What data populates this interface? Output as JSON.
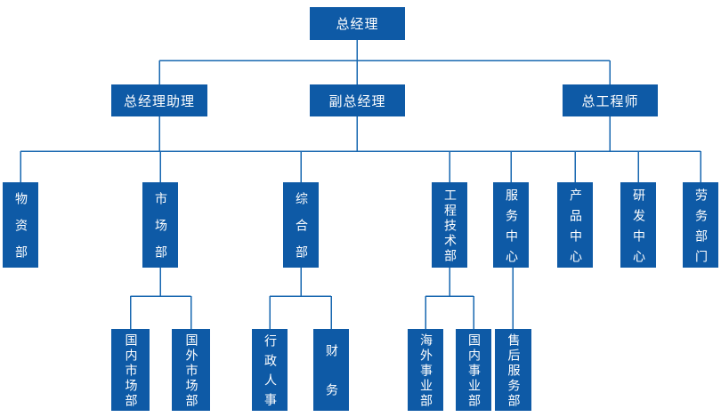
{
  "palette": {
    "box_blue": "#0e5aa6",
    "line_blue": "#1767b0",
    "text_white": "#ffffff"
  },
  "org": {
    "root": {
      "label": "总经理"
    },
    "managers": [
      {
        "label": "总经理助理"
      },
      {
        "label": "副总经理"
      },
      {
        "label": "总工程师"
      }
    ],
    "departments": [
      {
        "label": "物资部",
        "children": []
      },
      {
        "label": "市场部",
        "children": [
          {
            "label": "国内市场部"
          },
          {
            "label": "国外市场部"
          }
        ]
      },
      {
        "label": "综合部",
        "children": [
          {
            "label": "行政人事"
          },
          {
            "label": "财务"
          }
        ]
      },
      {
        "label": "工程技术部",
        "children": [
          {
            "label": "海外事业部"
          },
          {
            "label": "国内事业部"
          }
        ]
      },
      {
        "label": "服务中心",
        "children": [
          {
            "label": "售后服务部"
          }
        ]
      },
      {
        "label": "产品中心",
        "children": []
      },
      {
        "label": "研发中心",
        "children": []
      },
      {
        "label": "劳务部门",
        "children": []
      }
    ]
  }
}
